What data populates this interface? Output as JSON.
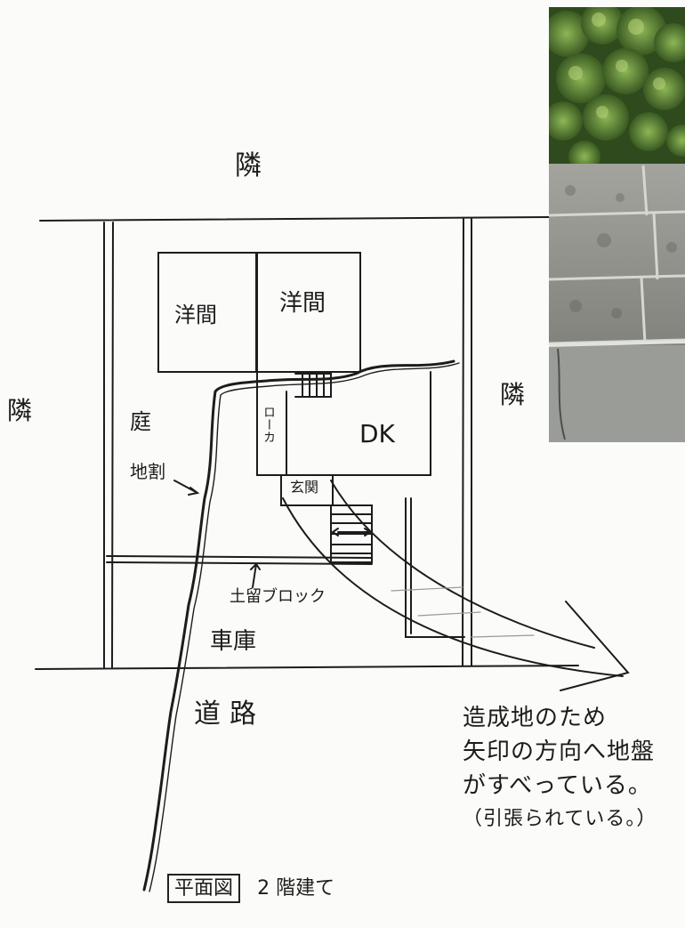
{
  "labels": {
    "neighbor_top": "隣",
    "neighbor_left": "隣",
    "neighbor_right": "隣",
    "room_western_1": "洋間",
    "room_western_2": "洋間",
    "garden": "庭",
    "corridor": "ローカ",
    "dk": "DK",
    "entrance": "玄関",
    "crack": "地割",
    "retaining_block": "土留ブロック",
    "garage": "車庫",
    "road": "道路",
    "plan_title": "平面図",
    "floors": "2 階建て"
  },
  "note": {
    "lines": [
      "造成地のため",
      "矢印の方向へ地盤",
      "がすべっている。",
      "（引張られている。）"
    ]
  },
  "photo": {
    "subject": "block-wall-with-shrubs",
    "colors": {
      "foliage_dark": "#2f4a1c",
      "foliage_light": "#7fa84a",
      "stone": "#8d8f88",
      "stone_light": "#b9bab3",
      "concrete": "#9a9c97"
    }
  },
  "colors": {
    "ink": "#1c1c1c",
    "paper": "#fbfbf9"
  }
}
